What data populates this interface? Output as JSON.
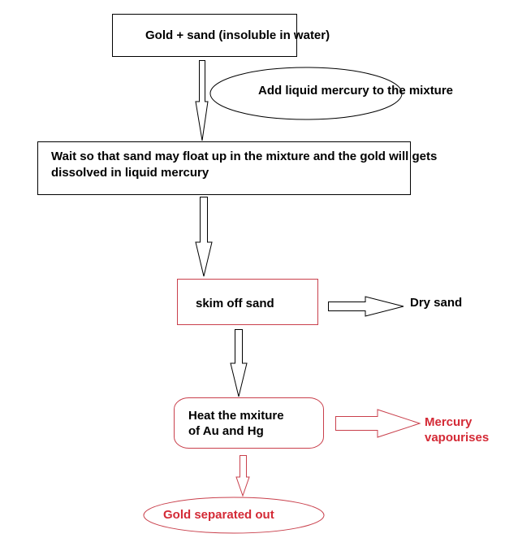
{
  "nodes": {
    "start": "Gold + sand (insoluble in water)",
    "add_mercury": "Add liquid mercury to the mixture",
    "wait_line1": "Wait so that sand may float up in the mixture and the gold will gets",
    "wait_line2": "dissolved in liquid mercury",
    "skim": "skim off sand",
    "dry_sand": "Dry sand",
    "heat_line1": "Heat the mxiture",
    "heat_line2": "of Au and Hg",
    "mercury_line1": "Mercury",
    "mercury_line2": "vapourises",
    "gold_out": "Gold separated out"
  },
  "colors": {
    "black": "#000000",
    "red": "#d42a36",
    "red_border": "#c9404c"
  }
}
